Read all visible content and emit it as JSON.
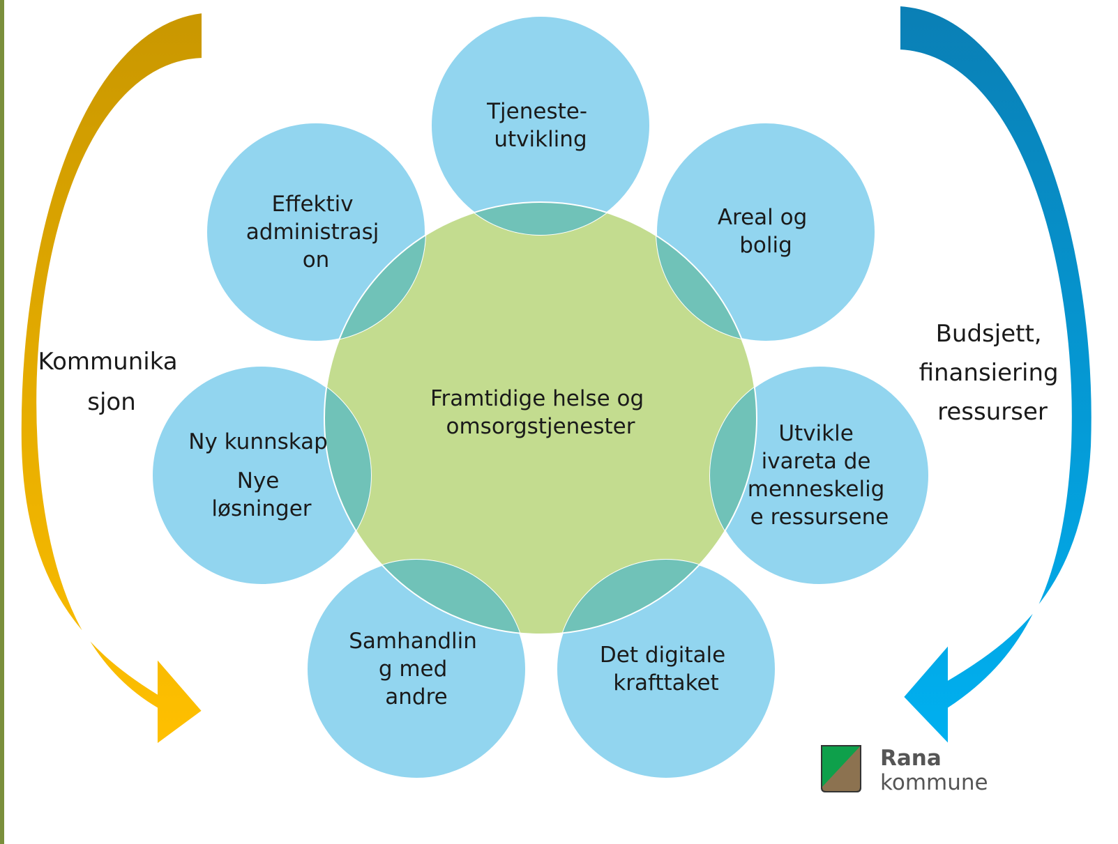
{
  "center": {
    "lines": [
      "Framtidige helse og",
      "omsorgstjenester"
    ]
  },
  "petals": [
    {
      "id": "tjeneste",
      "lines": [
        "Tjeneste-",
        "utvikling"
      ]
    },
    {
      "id": "areal",
      "lines": [
        "Areal og",
        "bolig"
      ]
    },
    {
      "id": "utvikle",
      "lines": [
        "Utvikle",
        "ivareta de",
        "menneskelig",
        "e ressursene"
      ]
    },
    {
      "id": "digitale",
      "lines": [
        "Det digitale",
        "krafttaket"
      ]
    },
    {
      "id": "samhandling",
      "lines": [
        "Samhandlin",
        "g med",
        "andre"
      ]
    },
    {
      "id": "kunnskap",
      "lines": [
        "Ny kunnskap",
        "Nye",
        "løsninger"
      ]
    },
    {
      "id": "effektiv",
      "lines": [
        "Effektiv",
        "administrasj",
        "on"
      ]
    }
  ],
  "left_arrow": {
    "lines": [
      "Kommunika",
      "sjon"
    ]
  },
  "right_arrow": {
    "lines": [
      "Budsjett,",
      "finansiering",
      "ressurser"
    ]
  },
  "logo": {
    "name": "Rana",
    "subtitle": "kommune"
  },
  "colors": {
    "center": "#c3dc8f",
    "petal": "#92d5ef",
    "petal_overlap": "#70c2b8",
    "left_arrow_top": "#c99700",
    "left_arrow_bottom": "#ffc000",
    "right_arrow_top": "#0a7fb5",
    "right_arrow_bottom": "#00b0f0",
    "logo_green": "#0ea04b",
    "logo_brown": "#8c7250"
  }
}
